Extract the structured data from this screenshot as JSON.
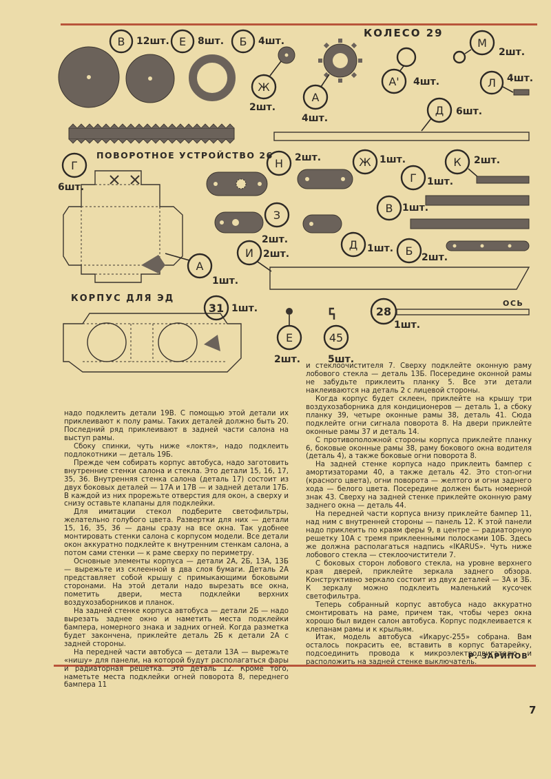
{
  "figure": {
    "wheel_title": "КОЛЕСО 29",
    "steering_title": "ПОВОРОТНОЕ УСТРОЙСТВО 26",
    "body_title": "КОРПУС ДЛЯ ЭД",
    "axle_label": "ОСЬ",
    "parts": {
      "V_top": {
        "letter": "В",
        "qty": "12шт."
      },
      "E_top": {
        "letter": "Е",
        "qty": "8шт."
      },
      "B_top": {
        "letter": "Б",
        "qty": "4шт."
      },
      "Zh_top": {
        "letter": "Ж",
        "qty": "2шт."
      },
      "A_gear": {
        "letter": "А",
        "qty": "4шт."
      },
      "A_prime": {
        "letter": "А'",
        "qty": "4шт."
      },
      "M": {
        "letter": "М",
        "qty": "2шт."
      },
      "L": {
        "letter": "Л",
        "qty": "4шт."
      },
      "D_rod": {
        "letter": "Д",
        "qty": "6шт."
      },
      "G_left": {
        "letter": "Г",
        "qty": "6шт."
      },
      "N": {
        "letter": "Н",
        "qty": "2шт."
      },
      "Zh_mid": {
        "letter": "Ж",
        "qty": "1шт."
      },
      "K": {
        "letter": "К",
        "qty": "2шт."
      },
      "G_mid": {
        "letter": "Г",
        "qty": "1шт."
      },
      "Z": {
        "letter": "З",
        "qty": "2шт."
      },
      "V_mid": {
        "letter": "В",
        "qty": "1шт."
      },
      "I": {
        "letter": "И",
        "qty": "2шт."
      },
      "D_mid": {
        "letter": "Д",
        "qty": "1шт."
      },
      "B_mid": {
        "letter": "Б",
        "qty": "2шт."
      },
      "A_box": {
        "letter": "А",
        "qty": "1шт."
      },
      "n31": {
        "letter": "31",
        "qty": "1шт."
      },
      "E_small": {
        "letter": "Е",
        "qty": "2шт."
      },
      "n45": {
        "letter": "45",
        "qty": "5шт."
      },
      "n28": {
        "letter": "28",
        "qty": "1шт."
      }
    }
  },
  "left_column": [
    "надо подклеить детали 19В. С помощью этой детали их приклеивают к полу рамы. Таких деталей должно быть 20. Последний ряд приклеивают в задней части салона на выступ рамы.",
    "Сбоку спинки, чуть ниже «локтя», надо подклеить подлокотники — деталь 19Б.",
    "Прежде чем собирать корпус автобуса, надо заготовить внутренние стенки салона и стекла. Это детали 15, 16, 17, 35, 36. Внутренняя стенка салона (деталь 17) состоит из двух боковых деталей — 17А и 17В — и задней детали 17Б. В каждой из них прорежьте отверстия для окон, а сверху и снизу оставьте клапаны для подклейки.",
    "Для имитации стекол подберите светофильтры, желательно голубого цвета. Развертки для них — детали 15, 16, 35, 36 — даны сразу на все окна. Так удобнее монтировать стенки салона с корпусом модели. Все детали окон аккуратно подклейте к внутренним стенкам салона, а потом сами стенки — к раме сверху по периметру.",
    "Основные элементы корпуса — детали 2А, 2Б, 13А, 13Б — вырежьте из склеенной в два слоя бумаги. Деталь 2А представляет собой крышу с примыкающими боковыми сторонами. На этой детали надо вырезать все окна, пометить двери, места подклейки верхних воздухозаборников и планок.",
    "На задней стенке корпуса автобуса — детали 2Б — надо вырезать заднее окно и наметить места подклейки бампера, номерного знака и задних огней. Когда разметка будет закончена, приклейте деталь 2Б к детали 2А с задней стороны.",
    "На передней части автобуса — детали 13А — вырежьте «нишу» для панели, на которой будут располагаться фары и радиаторная решетка. Это деталь 12. Кроме того, наметьте места подклейки огней поворота 8, переднего бампера 11"
  ],
  "right_column": [
    "и стеклоочистителя 7. Сверху подклейте оконную раму лобового стекла — деталь 13Б. Посередине оконной рамы не забудьте приклеить планку 5. Все эти детали наклеиваются на деталь 2 с лицевой стороны.",
    "Когда корпус будет склеен, приклейте на крышу три воздухозаборника для кондиционеров — деталь 1, а сбоку планку 39, четыре оконные рамы 38, деталь 41. Сюда подклейте огни сигнала поворота 8. На двери приклейте оконные рамы 37 и деталь 14.",
    "С противоположной стороны корпуса приклейте планку 6, боковые оконные рамы 38, раму бокового окна водителя (деталь 4), а также боковые огни поворота 8.",
    "На задней стенке корпуса надо приклеить бампер с амортизаторами 40, а также деталь 42. Это стоп-огни (красного цвета), огни поворота — желтого и огни заднего хода — белого цвета. Посередине должен быть номерной знак 43. Сверху на задней стенке приклейте оконную раму заднего окна — деталь 44.",
    "На передней части корпуса внизу приклейте бампер 11, над ним с внутренней стороны — панель 12. К этой панели надо приклеить по краям феры 9, в центре — радиаторную решетку 10А с тремя приклеенными полосками 10Б. Здесь же должна располагаться надпись «IKARUS». Чуть ниже лобового стекла — стеклоочистители 7.",
    "С боковых сторон лобового стекла, на уровне верхнего края дверей, приклейте зеркала заднего обзора. Конструктивно зеркало состоит из двух деталей — 3А и 3Б. К зеркалу можно подклеить маленький кусочек светофильтра.",
    "Теперь собранный корпус автобуса надо аккуратно смонтировать на раме, причем так, чтобы через окна хорошо был виден салон автобуса. Корпус подклеивается к клепанам рамы и к крыльям.",
    "Итак, модель автобуса «Икарус-255» собрана. Вам осталось покрасить ее, вставить в корпус батарейку, подсоединить провода к микроэлектродвигателю и расположить на задней стенке выключатель."
  ],
  "signature": "Р. ЗАРИПОВ",
  "page_number": "7",
  "colors": {
    "paper": "#ecdcaa",
    "ink": "#2d2925",
    "rule": "#b8543a",
    "part_fill": "#6b625a"
  }
}
